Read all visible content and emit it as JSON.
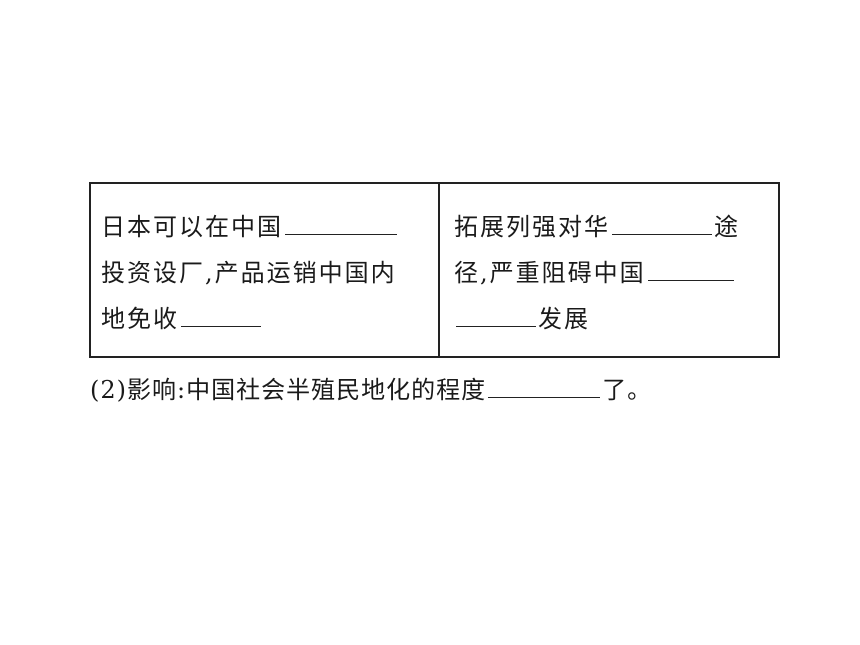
{
  "table": {
    "left": {
      "line1_text": "日本可以在中国",
      "line2_text": "投资设厂,产品运销中国内",
      "line3_text": "地免收"
    },
    "right": {
      "line1_text_a": "拓展列强对华",
      "line1_text_b": "途",
      "line2_text": "径,严重阻碍中国",
      "line3_text": "发展"
    }
  },
  "impact": {
    "label": "(2)影响:中国社会半殖民地化的程度",
    "suffix": "了。"
  }
}
